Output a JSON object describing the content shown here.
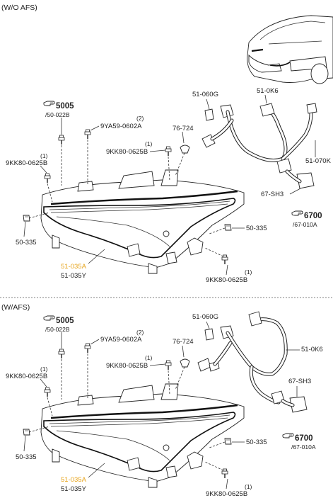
{
  "sections": [
    {
      "title": "(W/O AFS)",
      "refs": [
        {
          "code": "5005",
          "sub": "/50-022B"
        },
        {
          "code": "6700",
          "sub": "/67-010A"
        }
      ],
      "labels": {
        "qty_2": "(2)",
        "bolt_9ya": "9YA59-0602A",
        "qty_1a": "(1)",
        "bolt_9kk_left": "9KK80-0625B",
        "qty_1b": "(1)",
        "bolt_9kk_mid": "9KK80-0625B",
        "clip_76": "76-724",
        "bulb": "51-060G",
        "harness": "51-0K6",
        "harness2": "51-070K",
        "module": "67-SH3",
        "clip_left": "50-335",
        "clip_right": "50-335",
        "qty_1c": "(1)",
        "bolt_9kk_bottom": "9KK80-0625B",
        "lamp_a": "51-035A",
        "lamp_y": "51-035Y"
      }
    },
    {
      "title": "(W/AFS)",
      "refs": [
        {
          "code": "5005",
          "sub": "/50-022B"
        },
        {
          "code": "6700",
          "sub": "/67-010A"
        }
      ],
      "labels": {
        "qty_2": "(2)",
        "bolt_9ya": "9YA59-0602A",
        "qty_1a": "(1)",
        "bolt_9kk_left": "9KK80-0625B",
        "qty_1b": "(1)",
        "bolt_9kk_mid": "9KK80-0625B",
        "clip_76": "76-724",
        "bulb": "51-060G",
        "harness": "51-0K6",
        "module": "67-SH3",
        "clip_left": "50-335",
        "clip_right": "50-335",
        "qty_1c": "(1)",
        "bolt_9kk_bottom": "9KK80-0625B",
        "lamp_a": "51-035A",
        "lamp_y": "51-035Y"
      }
    }
  ],
  "colors": {
    "highlight": "#e7a41b",
    "line": "#333333"
  },
  "icons": [
    "pointing-hand-icon",
    "car-icon"
  ]
}
